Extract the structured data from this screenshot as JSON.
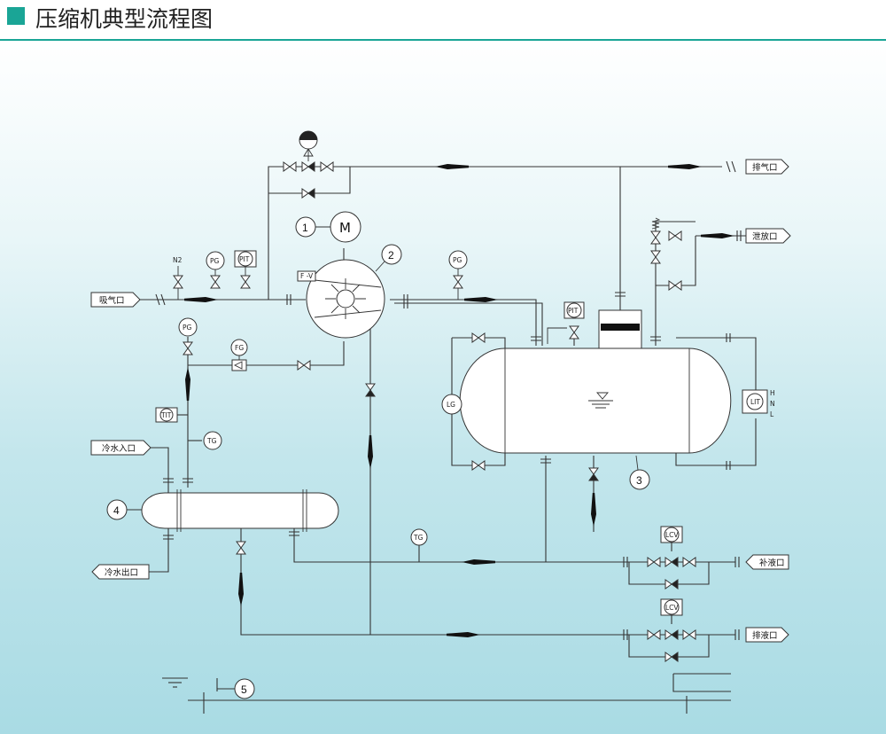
{
  "title": "压缩机典型流程图",
  "colors": {
    "accent": "#1aa596",
    "background_bottom": "#a9dbe4"
  },
  "ports": {
    "suction": "吸气口",
    "exhaust": "排气口",
    "vent": "泄放口",
    "cooling_water_in": "冷水入口",
    "cooling_water_out": "冷水出口",
    "makeup_liquid": "补液口",
    "drain": "排液口"
  },
  "instruments": {
    "n2": "N2",
    "pg": "PG",
    "pit": "PIT",
    "fg": "FG",
    "tit": "TIT",
    "tg": "TG",
    "lg": "LG",
    "lit": "LIT",
    "lcv": "LCV",
    "fv": "F -V"
  },
  "motor": "M",
  "level_marks": {
    "high": "H",
    "normal": "N",
    "low": "L"
  },
  "callouts": [
    "1",
    "2",
    "3",
    "4",
    "5"
  ]
}
